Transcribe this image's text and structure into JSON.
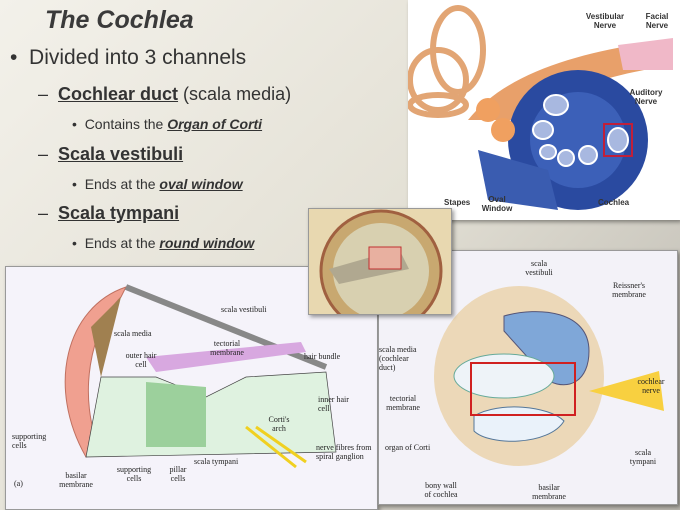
{
  "slide": {
    "title": "The Cochlea",
    "bullet": "Divided into 3 channels",
    "items": [
      {
        "name": "Cochlear duct",
        "suffix": " (scala media)",
        "sub_prefix": "Contains the ",
        "sub_em": "Organ of Corti"
      },
      {
        "name": "Scala vestibuli",
        "suffix": "",
        "sub_prefix": "Ends at the ",
        "sub_em": "oval window"
      },
      {
        "name": "Scala tympani",
        "suffix": "",
        "sub_prefix": "Ends at the ",
        "sub_em": "round window"
      }
    ]
  },
  "inner_ear_figure": {
    "labels": {
      "vestibular": "Vestibular Nerve",
      "facial": "Facial Nerve",
      "auditory": "Auditory Nerve",
      "stapes": "Stapes",
      "oval": "Oval Window",
      "cochlea": "Cochlea"
    }
  },
  "organ_figure": {
    "labels": {
      "scala_vestibuli": "scala vestibuli",
      "scala_media": "scala media",
      "outer_hair": "outer hair cell",
      "tectorial": "tectorial membrane",
      "hair_bundle": "hair bundle",
      "inner_hair": "inner hair cell",
      "corti_arch": "Corti's arch",
      "supporting_left": "supporting cells",
      "nerve": "nerve fibres from spiral ganglion",
      "scala_tympani": "scala tympani",
      "basilar": "basilar membrane",
      "supporting_bottom": "supporting cells",
      "pillar": "pillar cells",
      "panel": "(a)"
    }
  },
  "cross_section_figure": {
    "labels": {
      "scala_vestibuli": "scala vestibuli",
      "reissner": "Reissner's membrane",
      "scala_media": "scala media (cochlear duct)",
      "tectorial": "tectorial membrane",
      "cochlear_nerve": "cochlear nerve",
      "organ": "organ of Corti",
      "scala_tympani": "scala tympani",
      "bony": "bony wall of cochlea",
      "basilar": "basilar membrane"
    }
  }
}
